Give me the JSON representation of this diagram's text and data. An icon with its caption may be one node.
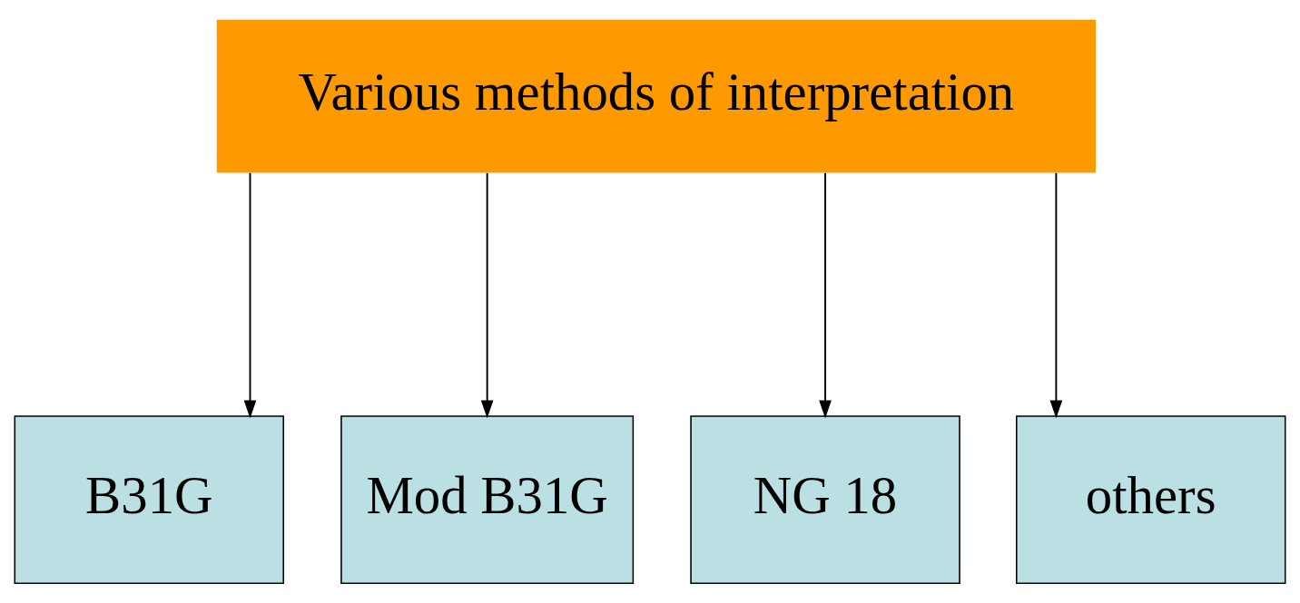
{
  "diagram": {
    "nodes": [
      {
        "text": [
          "Various methods of interpretation"
        ]
      },
      {
        "text": [
          "B31G"
        ]
      },
      {
        "text": [
          "Mod B31G"
        ]
      },
      {
        "text": [
          "NG 18"
        ]
      },
      {
        "text": [
          "others"
        ]
      }
    ],
    "edges": [
      {
        "from": 0,
        "to": 1,
        "arrow": "to"
      },
      {
        "from": 0,
        "to": 2,
        "arrow": "to"
      },
      {
        "from": 0,
        "to": 3,
        "arrow": "to"
      },
      {
        "from": 0,
        "to": 4,
        "arrow": "to"
      }
    ]
  }
}
